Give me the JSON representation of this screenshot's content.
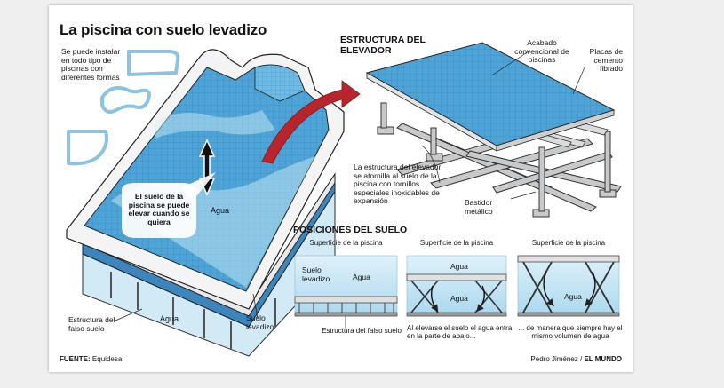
{
  "title": "La piscina con suelo levadizo",
  "shapes_note": "Se puede instalar en todo tipo de piscinas con diferentes formas",
  "pool": {
    "callout": "El suelo de la piscina se puede elevar cuando se quiera",
    "water_label": "Agua",
    "bottom_water_label": "Agua",
    "false_floor_label": "Estructura del falso suelo",
    "raised_floor_label": "Suelo levadizo"
  },
  "structure": {
    "heading": "ESTRUCTURA DEL ELEVADOR",
    "finish_label": "Acabado convencional de piscinas",
    "plates_label": "Placas de cemento fibrado",
    "bolts_label": "La estructura del elevador se atornilla al suelo de la piscina con tornillos especiales inoxidables de expansión",
    "frame_label": "Bastidor metálico"
  },
  "positions": {
    "heading": "POSICIONES DEL SUELO",
    "panels": [
      {
        "top_label": "Superficie de la piscina",
        "water_label": "Agua",
        "floor_label": "Suelo levadizo",
        "caption": "Estructura del falso suelo"
      },
      {
        "top_label": "Superficie de la piscina",
        "water_top_label": "Agua",
        "water_bottom_label": "Agua",
        "caption": "Al elevarse el suelo el agua entra en la parte de abajo..."
      },
      {
        "top_label": "Superficie de la piscina",
        "water_label": "Agua",
        "caption": "... de manera que siempre hay el mismo volumen de agua"
      }
    ]
  },
  "footer": {
    "source_label": "FUENTE:",
    "source": "Equidesa",
    "author": "Pedro Jiménez /",
    "brand": "EL MUNDO"
  },
  "colors": {
    "water_light": "#bfe3f3",
    "water_mid": "#8cc8e6",
    "pool_blue": "#4a9fd2",
    "tile_line": "#2f7fb8",
    "arrow_red": "#b8252c",
    "steel": "#b9bcbf",
    "outline": "#222222"
  }
}
